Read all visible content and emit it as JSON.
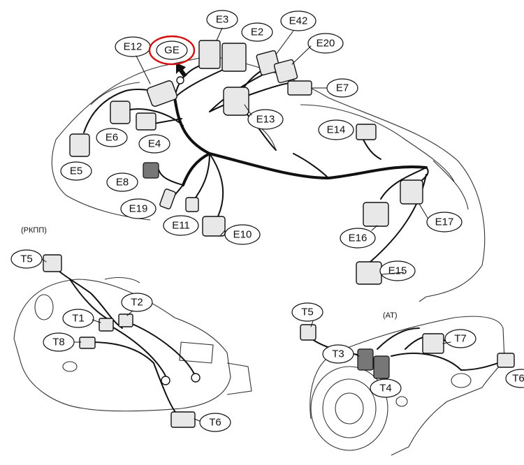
{
  "sections": {
    "manual": "(РКПП)",
    "auto": "(AT)"
  },
  "labels": {
    "e12": "E12",
    "ge": "GE",
    "e3": "E3",
    "e2": "E2",
    "e42": "E42",
    "e20": "E20",
    "e7": "E7",
    "e6": "E6",
    "e4": "E4",
    "e13": "E13",
    "e14": "E14",
    "e5": "E5",
    "e8": "E8",
    "e19": "E19",
    "e11": "E11",
    "e10": "E10",
    "e16": "E16",
    "e17": "E17",
    "e15": "E15",
    "t5m": "T5",
    "t2": "T2",
    "t1": "T1",
    "t8": "T8",
    "t6m": "T6",
    "t5a": "T5",
    "t3": "T3",
    "t7": "T7",
    "t4": "T4",
    "t6a": "T6"
  },
  "colors": {
    "highlight": "#d01010",
    "line": "#111111"
  }
}
